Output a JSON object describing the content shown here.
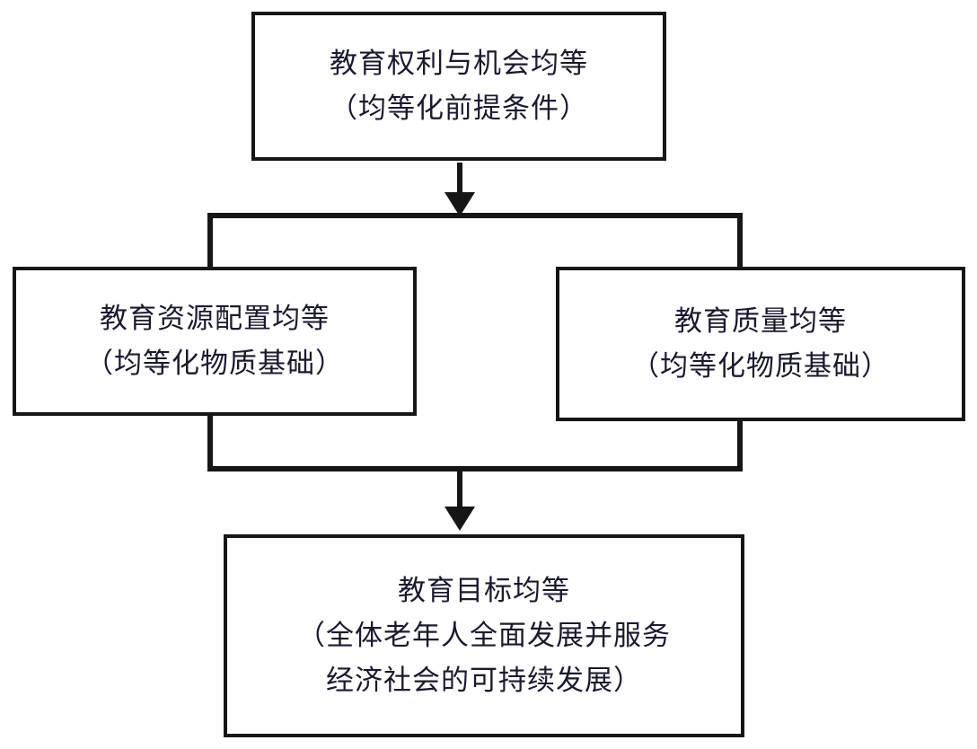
{
  "nodes": {
    "top": {
      "line1": "教育权利与机会均等",
      "line2": "（均等化前提条件）"
    },
    "left": {
      "line1": "教育资源配置均等",
      "line2": "（均等化物质基础）"
    },
    "right": {
      "line1": "教育质量均等",
      "line2": "（均等化物质基础）"
    },
    "bottom": {
      "line1": "教育目标均等",
      "line2": "（全体老年人全面发展并服务",
      "line3": "经济社会的可持续发展）"
    }
  },
  "colors": {
    "border": "#161616",
    "text": "#1a1a2e",
    "background": "#ffffff"
  }
}
